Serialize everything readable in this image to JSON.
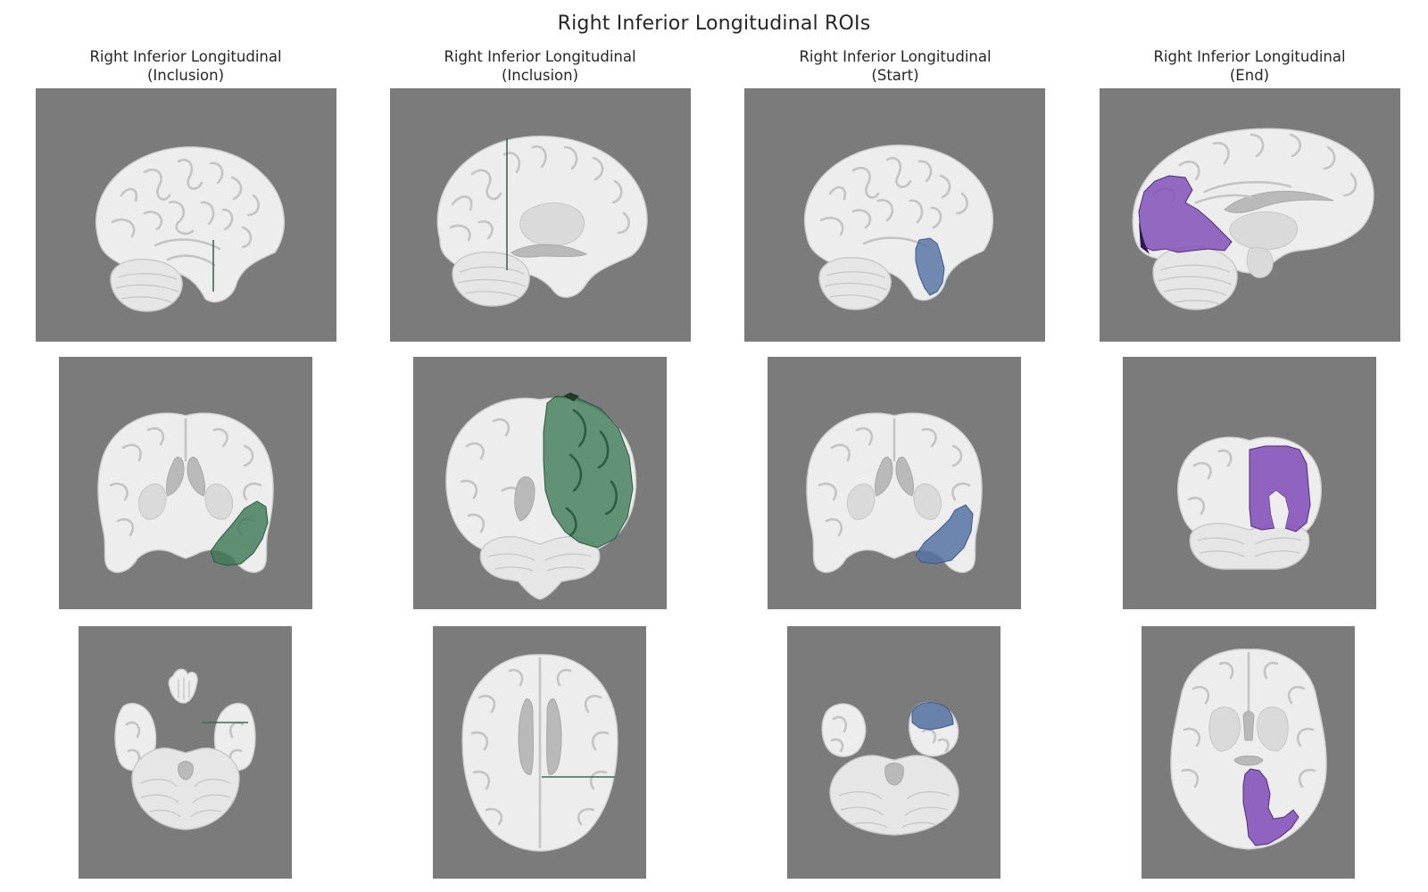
{
  "figure": {
    "title": "Right Inferior Longitudinal ROIs",
    "columns": [
      {
        "line1": "Right Inferior Longitudinal",
        "line2": "(Inclusion)"
      },
      {
        "line1": "Right Inferior Longitudinal",
        "line2": "(Inclusion)"
      },
      {
        "line1": "Right Inferior Longitudinal",
        "line2": "(Start)"
      },
      {
        "line1": "Right Inferior Longitudinal",
        "line2": "(End)"
      }
    ]
  },
  "colors": {
    "background": "#7b7b7b",
    "inclusion_roi": "#3f7a57",
    "start_roi": "#5573a3",
    "end_roi": "#8250b8"
  },
  "panels": [
    {
      "row": "sagittal",
      "column": 1,
      "roi": "inclusion",
      "roi_shape": "line"
    },
    {
      "row": "sagittal",
      "column": 2,
      "roi": "inclusion",
      "roi_shape": "line"
    },
    {
      "row": "sagittal",
      "column": 3,
      "roi": "start",
      "roi_shape": "region"
    },
    {
      "row": "sagittal",
      "column": 4,
      "roi": "end",
      "roi_shape": "region"
    },
    {
      "row": "coronal",
      "column": 1,
      "roi": "inclusion",
      "roi_shape": "region"
    },
    {
      "row": "coronal",
      "column": 2,
      "roi": "inclusion",
      "roi_shape": "region"
    },
    {
      "row": "coronal",
      "column": 3,
      "roi": "start",
      "roi_shape": "region"
    },
    {
      "row": "coronal",
      "column": 4,
      "roi": "end",
      "roi_shape": "region"
    },
    {
      "row": "axial",
      "column": 1,
      "roi": "inclusion",
      "roi_shape": "line"
    },
    {
      "row": "axial",
      "column": 2,
      "roi": "inclusion",
      "roi_shape": "line"
    },
    {
      "row": "axial",
      "column": 3,
      "roi": "start",
      "roi_shape": "region"
    },
    {
      "row": "axial",
      "column": 4,
      "roi": "end",
      "roi_shape": "region"
    }
  ]
}
